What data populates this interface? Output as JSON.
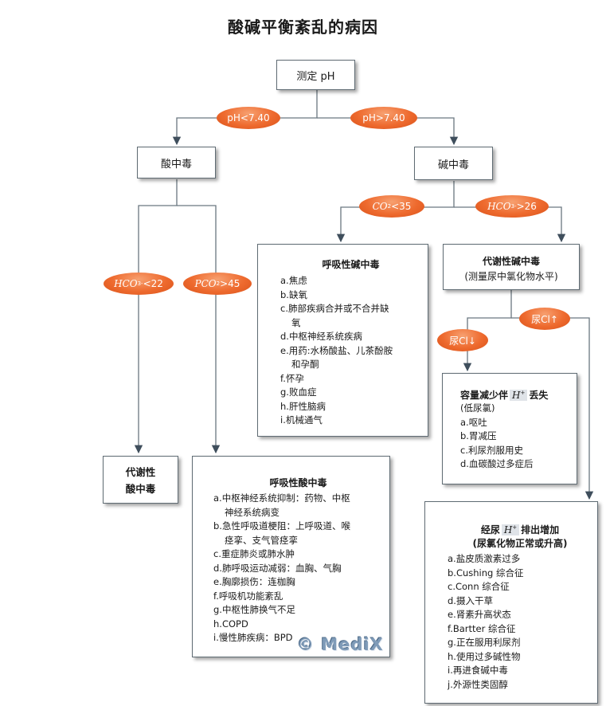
{
  "title": "酸碱平衡紊乱的病因",
  "nodes": {
    "measure_ph": "测定 pH",
    "acidosis": "酸中毒",
    "alkalosis": "碱中毒",
    "metabolic_acidosis": [
      "代谢性",
      "酸中毒"
    ]
  },
  "edges": {
    "ph_low": "pH<7.40",
    "ph_high": "pH>7.40",
    "hco3_low": {
      "chem": "HCO",
      "sub": "3",
      "sup": "-",
      "rest": "<22"
    },
    "pco2_high": {
      "chem": "PCO",
      "sub": "2",
      "rest": ">45"
    },
    "co2_low": {
      "chem": "CO",
      "sub": "2",
      "rest": "<35"
    },
    "hco3_high": {
      "chem": "HCO",
      "sub": "3",
      "sup": "-",
      "rest": ">26"
    },
    "urine_cl_high": "尿Cl↑",
    "urine_cl_low": "尿Cl↓"
  },
  "resp_alkalosis": {
    "title": "呼吸性碱中毒",
    "items": [
      "a.焦虑",
      "b.缺氧",
      "c.肺部疾病合并或不合并缺",
      "氧",
      "d.中枢神经系统疾病",
      "e.用药:水杨酸盐、儿茶酚胺",
      "和孕酮",
      "f.怀孕",
      "g.败血症",
      "h.肝性脑病",
      "i.机械通气"
    ]
  },
  "metabolic_alkalosis": {
    "title": "代谢性碱中毒",
    "subtitle": "(测量尿中氯化物水平)"
  },
  "volume_depletion": {
    "title_pre": "容量减少伴",
    "h_label": "H",
    "h_sup": "+",
    "title_post": "丢失",
    "subtitle": "(低尿氯)",
    "items": [
      "a.呕吐",
      "b.胃减压",
      "c.利尿剂服用史",
      "d.血碳酸过多症后"
    ]
  },
  "resp_acidosis": {
    "title": "呼吸性酸中毒",
    "items": [
      "a.中枢神经系统抑制：药物、中枢",
      "神经系统病变",
      "b.急性呼吸道梗阻：上呼吸道、喉",
      "痉挛、支气管痉挛",
      "c.重症肺炎或肺水肿",
      "d.肺呼吸运动减弱：血胸、气胸",
      "e.胸廓损伤：连枷胸",
      "f.呼吸机功能紊乱",
      "g.中枢性肺换气不足",
      "h.COPD",
      "i.慢性肺疾病：BPD"
    ]
  },
  "renal_loss": {
    "title_pre": "经尿",
    "h_label": "H",
    "h_sup": "+",
    "title_post": "排出增加",
    "subtitle": "(尿氯化物正常或升高)",
    "items": [
      "a.盐皮质激素过多",
      "b.Cushing 综合征",
      "c.Conn  综合征",
      "d.摄入干草",
      "e.肾素升高状态",
      "f.Bartter 综合征",
      "g.正在服用利尿剂",
      "h.使用过多碱性物",
      "i.再进食碱中毒",
      "j.外源性类固醇"
    ]
  },
  "watermark": "© MediX",
  "colors": {
    "pill": "#ee6a2e",
    "line": "#6a7780",
    "arrow": "#3f4e5c"
  }
}
